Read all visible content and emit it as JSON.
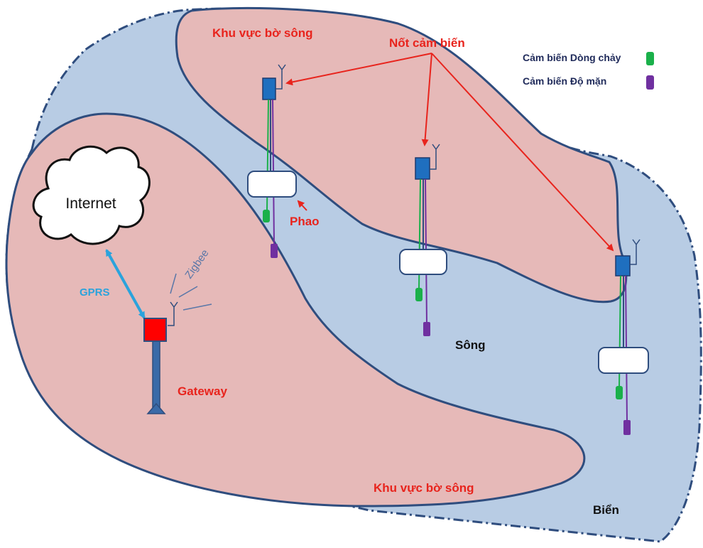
{
  "labels": {
    "bank_top": "Khu vực bờ sông",
    "bank_bottom": "Khu vực bờ sông",
    "sensor_nodes": "Nốt cảm biến",
    "buoy": "Phao",
    "river": "Sông",
    "sea": "Biển",
    "gateway": "Gateway",
    "internet": "Internet",
    "gprs": "GPRS",
    "zigbee": "Zigbee"
  },
  "legend": {
    "items": [
      {
        "label": "Cảm biến Dòng chảy",
        "color": "#1ab04a"
      },
      {
        "label": "Cảm biến Độ mặn",
        "color": "#7030a0"
      }
    ]
  },
  "colors": {
    "water": "#b8cce4",
    "bank": "#e6b9b8",
    "outline": "#2f4d7e",
    "node": "#1f6fbf",
    "gateway": "#ff0000",
    "arrow": "#e8241d",
    "link": "#2aa3dc"
  }
}
